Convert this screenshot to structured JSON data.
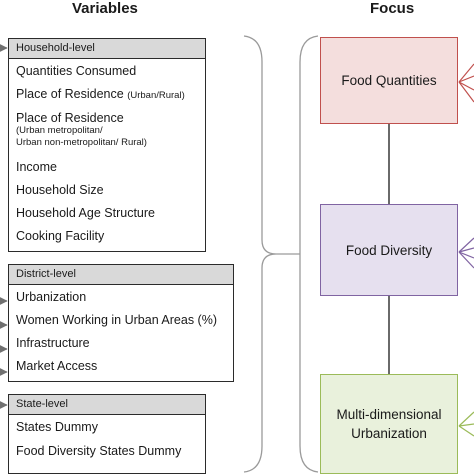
{
  "headings": {
    "variables": "Variables",
    "focus": "Focus"
  },
  "groups": [
    {
      "header": "Household-level",
      "items": [
        {
          "label": "Quantities Consumed",
          "note": ""
        },
        {
          "label": "Place of Residence",
          "note": "(Urban/Rural)"
        },
        {
          "label": "Place of Residence",
          "note": "(Urban metropolitan/\nUrban non-metropolitan/ Rural)"
        },
        {
          "label": "Income",
          "note": ""
        },
        {
          "label": "Household Size",
          "note": ""
        },
        {
          "label": "Household Age Structure",
          "note": ""
        },
        {
          "label": "Cooking Facility",
          "note": ""
        }
      ]
    },
    {
      "header": "District-level",
      "items": [
        {
          "label": "Urbanization",
          "note": ""
        },
        {
          "label": "Women Working in Urban Areas (%)",
          "note": ""
        },
        {
          "label": "Infrastructure",
          "note": ""
        },
        {
          "label": "Market Access",
          "note": ""
        }
      ]
    },
    {
      "header": "State-level",
      "items": [
        {
          "label": "States Dummy",
          "note": ""
        },
        {
          "label": "Food Diversity States Dummy",
          "note": ""
        }
      ]
    }
  ],
  "focus": {
    "quantities": "Food Quantities",
    "diversity": "Food Diversity",
    "urbanization": "Multi-dimensional\nUrbanization"
  },
  "colors": {
    "quantities_border": "#c0504d",
    "diversity_border": "#8064a2",
    "urbanization_border": "#9bbb59",
    "arrow": "#707070"
  }
}
